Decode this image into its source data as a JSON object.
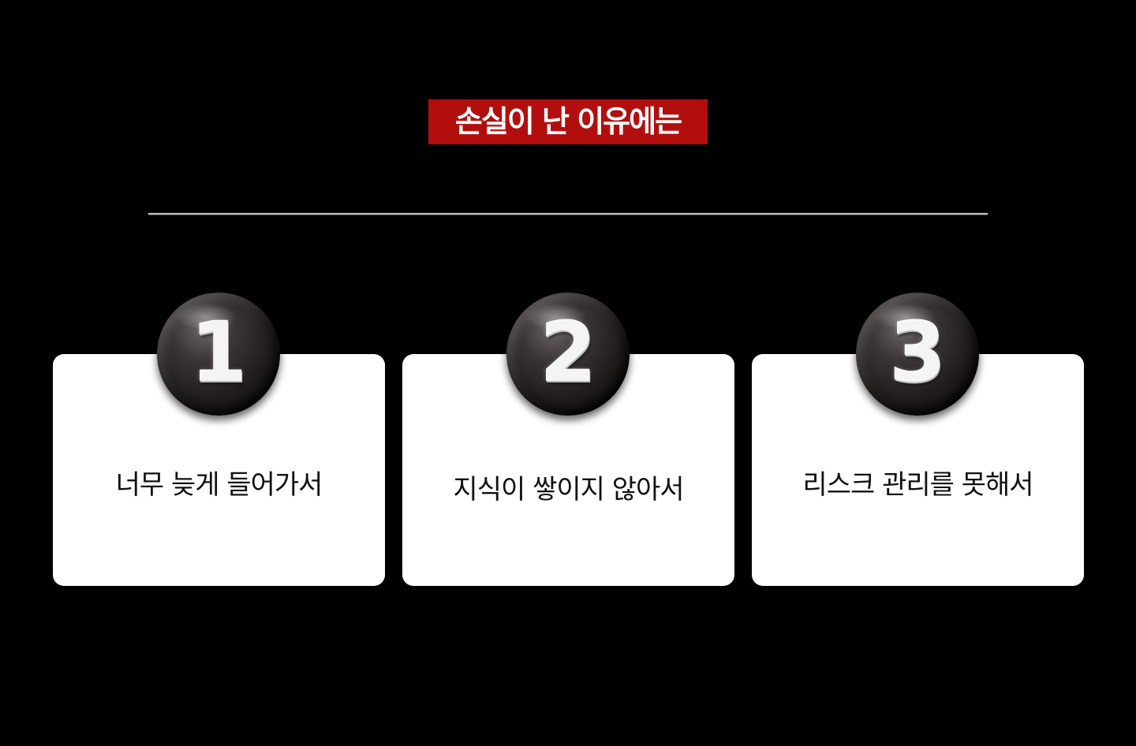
{
  "heading": "손실이 난 이유에는",
  "colors": {
    "background": "#000000",
    "heading_bg": "#b30e0e",
    "card_bg": "#ffffff",
    "badge": "#211d1d"
  },
  "reasons": [
    {
      "number": "1",
      "label": "너무 늦게 들어가서",
      "icon": "number-one-badge"
    },
    {
      "number": "2",
      "label": "지식이 쌓이지 않아서",
      "icon": "number-two-badge"
    },
    {
      "number": "3",
      "label": "리스크 관리를 못해서",
      "icon": "number-three-badge"
    }
  ]
}
